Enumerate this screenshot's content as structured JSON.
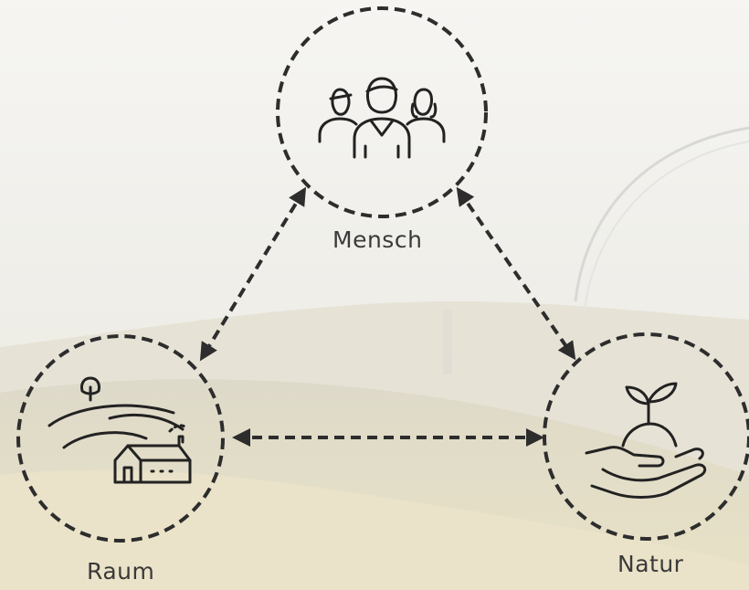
{
  "nodes": {
    "mensch": {
      "label": "Mensch",
      "icon": "people-group-icon"
    },
    "raum": {
      "label": "Raum",
      "icon": "landscape-house-icon"
    },
    "natur": {
      "label": "Natur",
      "icon": "hand-sprout-icon"
    }
  },
  "edges": [
    {
      "from": "mensch",
      "to": "raum",
      "style": "dashed-bidirectional"
    },
    {
      "from": "mensch",
      "to": "natur",
      "style": "dashed-bidirectional"
    },
    {
      "from": "raum",
      "to": "natur",
      "style": "dashed-bidirectional"
    }
  ],
  "colors": {
    "stroke": "#2d2d2d",
    "background": "#f3f1ec"
  }
}
